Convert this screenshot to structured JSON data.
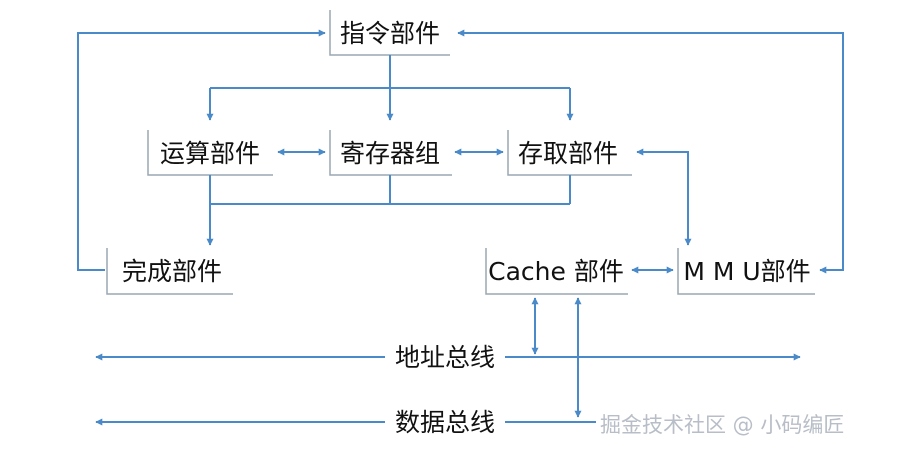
{
  "diagram": {
    "components": {
      "instruction_unit": "指令部件",
      "alu": "运算部件",
      "register_file": "寄存器组",
      "load_store_unit": "存取部件",
      "completion_unit": "完成部件",
      "cache_unit": "Cache 部件",
      "mmu_unit": "M M U部件"
    },
    "buses": {
      "address_bus": "地址总线",
      "data_bus": "数据总线"
    },
    "line_color": "#4a8ac8",
    "box_border_color": "#9aa7b4"
  },
  "watermark": {
    "text": "掘金技术社区 @ 小码编匠"
  }
}
